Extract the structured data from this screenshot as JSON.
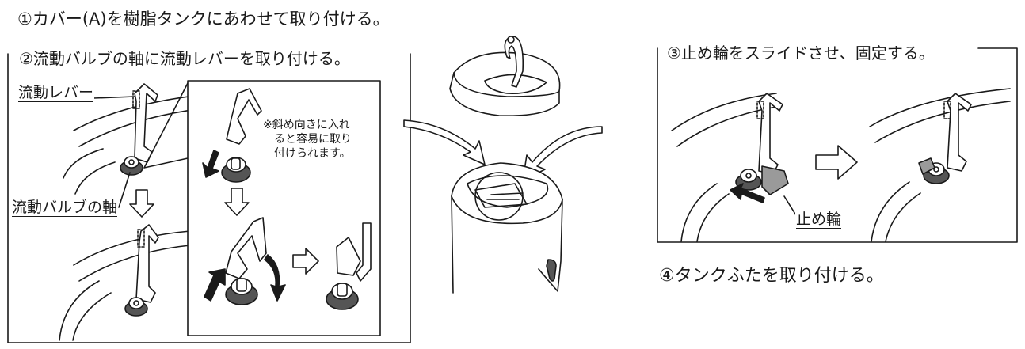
{
  "steps": {
    "step1": "①カバー(A)を樹脂タンクにあわせて取り付ける。",
    "step2": "②流動バルブの軸に流動レバーを取り付ける。",
    "step3": "③止め輪をスライドさせ、固定する。",
    "step4": "④タンクふたを取り付ける。"
  },
  "labels": {
    "lever": "流動レバー",
    "valve_shaft": "流動バルブの軸",
    "stop_ring": "止め輪"
  },
  "note": "※斜め向きに入れ\n　ると容易に取り\n　付けられます。",
  "colors": {
    "line": "#1a1a1a",
    "fill_dark": "#555555",
    "fill_light": "#d9d9d9"
  }
}
